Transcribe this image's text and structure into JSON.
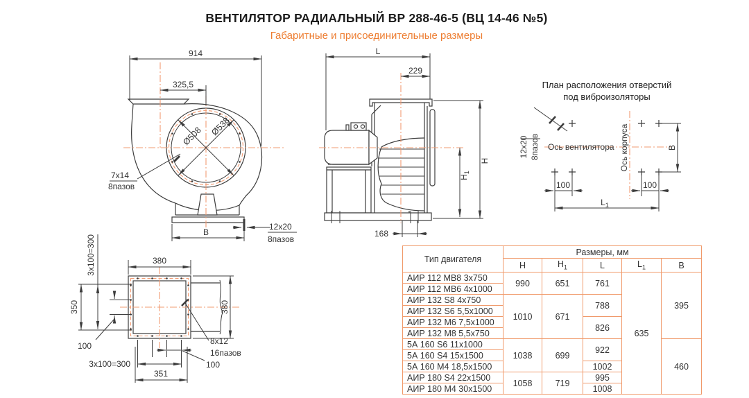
{
  "title": "ВЕНТИЛЯТОР РАДИАЛЬНЫЙ ВР 288-46-5 (ВЦ 14-46 №5)",
  "subtitle": "Габаритные и присоединительные размеры",
  "colors": {
    "accent": "#ED7D31",
    "table_border": "#F09A6B",
    "centerline": "#F29B72",
    "line": "#3C3C3C"
  },
  "front_view": {
    "dim_914": "914",
    "dim_325_5": "325,5",
    "d508": "Ø508",
    "d538": "Ø538",
    "slots_inlet": "7x14",
    "slots_inlet_n": "8пазов",
    "dim_B": "B",
    "slots_base": "12x20",
    "slots_base_n": "8пазов"
  },
  "side_view": {
    "dim_L": "L",
    "dim_229": "229",
    "dim_H": "H",
    "dim_H1_base": "H",
    "dim_H1_sub": "1",
    "dim_168": "168"
  },
  "plan_view": {
    "title_line1": "План расположения отверстий",
    "title_line2": "под виброизоляторы",
    "slots": "12x20",
    "slots_n": "8пазов",
    "axis_fan": "Ось вентилятора",
    "axis_housing": "Ось корпуса",
    "dim_B": "B",
    "dim_100_left": "100",
    "dim_100_right": "100",
    "dim_L1_base": "L",
    "dim_L1_sub": "1"
  },
  "flange_view": {
    "dim_380_top": "380",
    "dim_380_right": "380",
    "dim_350": "350",
    "dim_3x100_v": "3x100=300",
    "dim_100_left": "100",
    "dim_3x100_b": "3x100=300",
    "dim_351": "351",
    "dim_100_bottom": "100",
    "slots": "8x12",
    "slots_n": "16пазов"
  },
  "table": {
    "header": {
      "motor_type": "Тип двигателя",
      "sizes": "Размеры, мм",
      "h": "H",
      "h1_base": "H",
      "h1_sub": "1",
      "l": "L",
      "l1_base": "L",
      "l1_sub": "1",
      "b": "B"
    },
    "rows": [
      {
        "label": "АИР 112 МВ8 3x750"
      },
      {
        "label": "АИР 112 МВ6 4x1000"
      },
      {
        "label": "АИР 132 S8 4x750"
      },
      {
        "label": "АИР 132 S6 5,5x1000"
      },
      {
        "label": "АИР 132 М6 7,5x1000"
      },
      {
        "label": "АИР 132 М8 5,5x750"
      },
      {
        "label": "5А 160 S6 11x1000"
      },
      {
        "label": "5А 160 S4 15x1500"
      },
      {
        "label": "5А 160 М4 18,5x1500"
      },
      {
        "label": "АИР 180 S4 22x1500"
      },
      {
        "label": "АИР 180 М4 30x1500"
      }
    ],
    "h_groups": [
      {
        "value": "990"
      },
      {
        "value": "1010"
      },
      {
        "value": "1038"
      },
      {
        "value": "1058"
      }
    ],
    "h1_groups": [
      {
        "value": "651"
      },
      {
        "value": "671"
      },
      {
        "value": "699"
      },
      {
        "value": "719"
      }
    ],
    "l_groups": [
      {
        "value": "761"
      },
      {
        "value": "788"
      },
      {
        "value": "826"
      },
      {
        "value": "922"
      },
      {
        "value": "1002"
      },
      {
        "value": "995"
      },
      {
        "value": "1008"
      }
    ],
    "l1_value": "635",
    "b_groups": [
      {
        "value": "395"
      },
      {
        "value": "460"
      }
    ]
  }
}
